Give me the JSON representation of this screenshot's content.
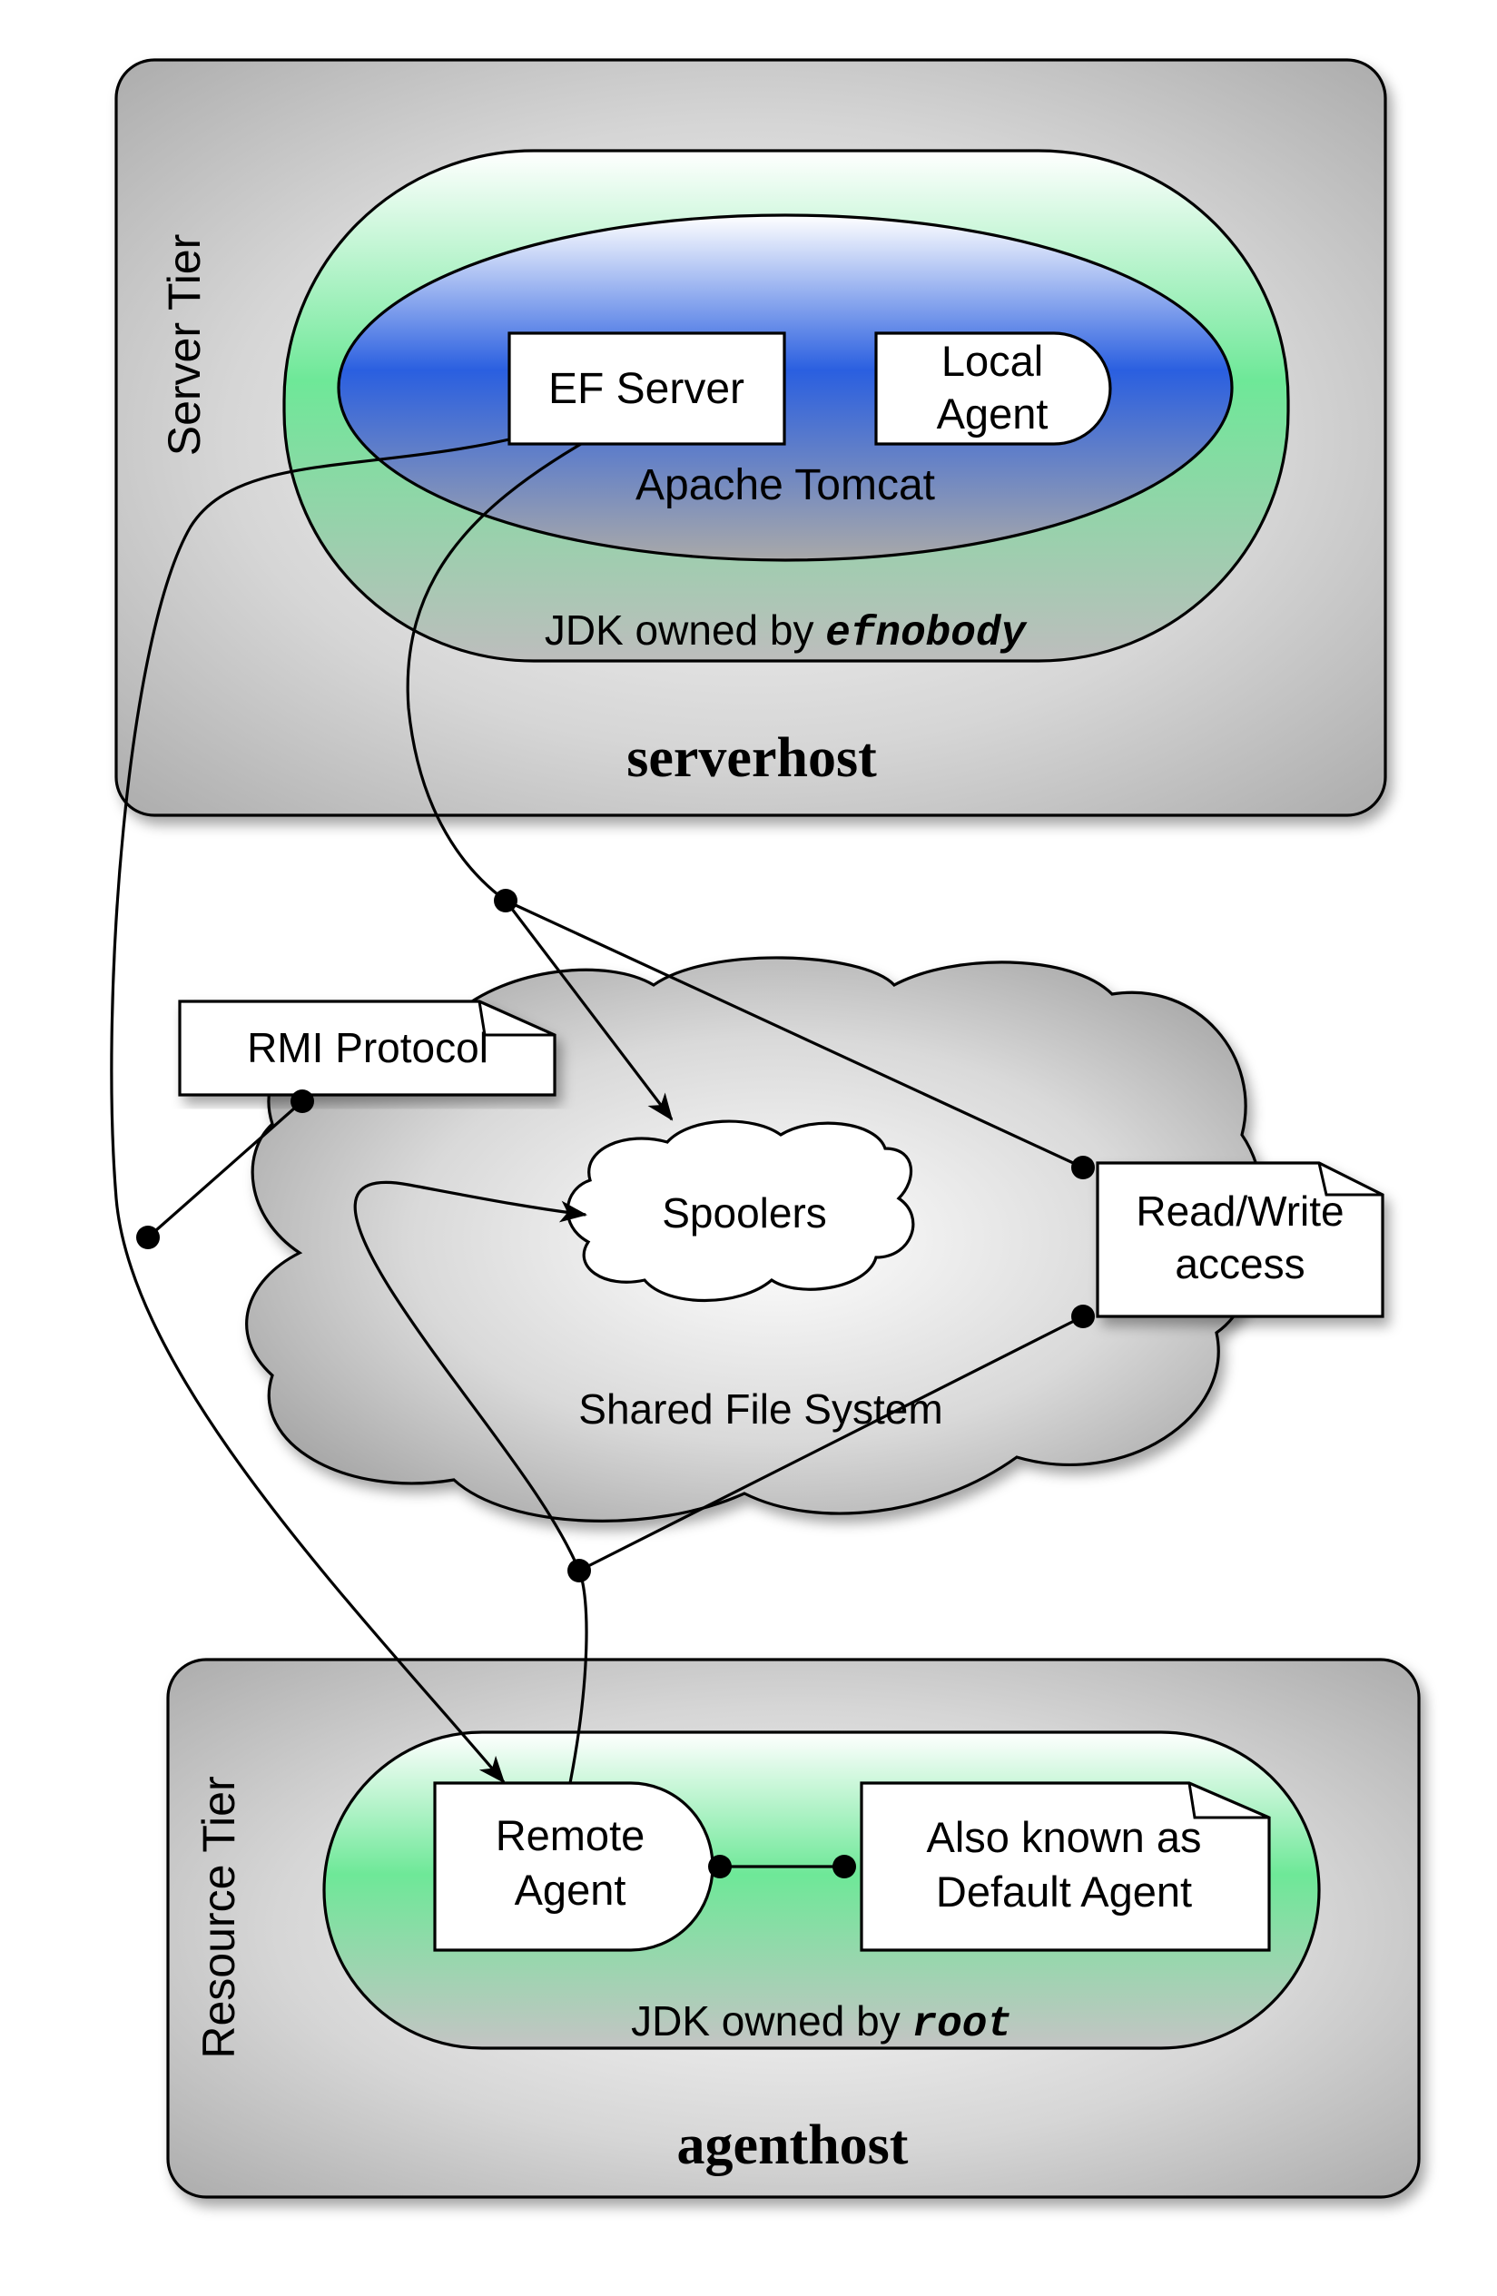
{
  "server_tier": {
    "tier_label": "Server Tier",
    "host_label": "serverhost",
    "jdk_label_prefix": "JDK owned by ",
    "jdk_owner": "efnobody",
    "container_label": "Apache Tomcat",
    "ef_server_label": "EF Server",
    "local_agent_line1": "Local",
    "local_agent_line2": "Agent"
  },
  "shared": {
    "cloud_label": "Shared File System",
    "spoolers_label": "Spoolers",
    "rmi_note": "RMI Protocol",
    "rw_note_line1": "Read/Write",
    "rw_note_line2": "access"
  },
  "resource_tier": {
    "tier_label": "Resource Tier",
    "host_label": "agenthost",
    "jdk_label_prefix": "JDK owned by ",
    "jdk_owner": "root",
    "remote_agent_line1": "Remote",
    "remote_agent_line2": "Agent",
    "aka_line1": "Also known as",
    "aka_line2": "Default Agent"
  },
  "colors": {
    "host_panel": "#a9a9a9",
    "jdk_green": "#6ee898",
    "tomcat_blue": "#2a5fe0",
    "cloud_gray": "#b5b5b5"
  }
}
